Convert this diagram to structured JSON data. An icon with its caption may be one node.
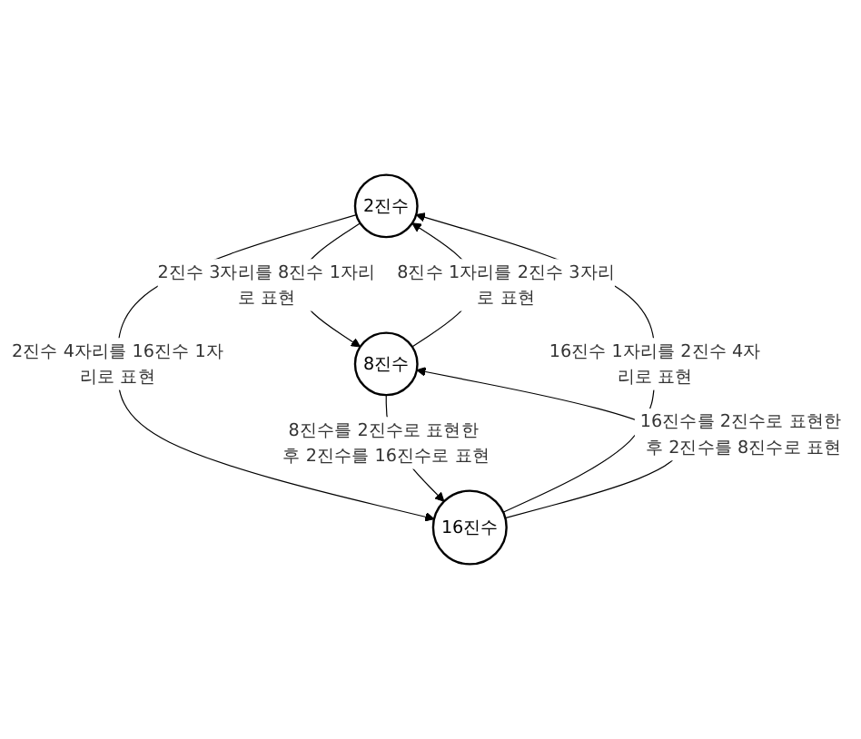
{
  "diagram": {
    "nodes": [
      {
        "text": [
          "2진수"
        ]
      },
      {
        "text": [
          "8진수"
        ]
      },
      {
        "text": [
          "16진수"
        ]
      }
    ],
    "edges": [
      {
        "from": 1,
        "to": 0,
        "arrow": "to",
        "label": "8진수 1자리를 2진수 3자리로 표현"
      },
      {
        "from": 0,
        "to": 1,
        "arrow": "to",
        "label": "2진수 3자리를 8진수 1자리로 표현"
      },
      {
        "from": 0,
        "to": 2,
        "arrow": "to",
        "label": "2진수 4자리를 16진수 1자리로 표현"
      },
      {
        "from": 2,
        "to": 0,
        "arrow": "to",
        "label": "16진수 1자리를 2진수 4자리로 표현"
      },
      {
        "from": 1,
        "to": 2,
        "arrow": "to",
        "label": "8진수를 2진수로 표현한 후 2진수를 16진수로 표현"
      },
      {
        "from": 2,
        "to": 1,
        "arrow": "to",
        "label": "16진수를 2진수로 표현한 후 2진수를 8진수로 표현"
      }
    ]
  }
}
